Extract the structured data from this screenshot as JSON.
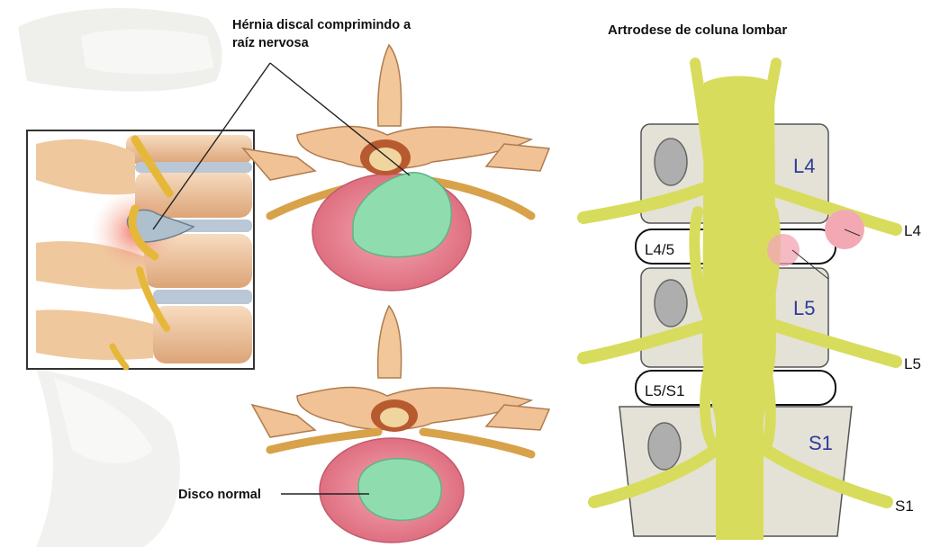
{
  "left_panel": {
    "callout_herniation": {
      "line1": "Hérnia discal comprimindo a",
      "line2": "raíz nervosa"
    },
    "callout_normal": "Disco normal"
  },
  "right_panel": {
    "title": "Artrodese de coluna lombar",
    "vertebrae": {
      "upper": "L4",
      "middle": "L5",
      "lower": "S1"
    },
    "discs": {
      "upper": "L4/5",
      "lower": "L5/S1"
    },
    "nerve_roots": {
      "upper": "L4",
      "middle": "L5",
      "lower": "S1"
    }
  },
  "colors": {
    "bone": "#f0c9a0",
    "bone_dark": "#c98e5c",
    "disc_ring": "#e4808e",
    "nucleus": "#8fdcae",
    "nerve_yellow": "#d8dc5c",
    "vertebra_box": "#e4e2d6",
    "label_blue": "#2e3a9c",
    "inflammation": "#f3a9a6"
  }
}
